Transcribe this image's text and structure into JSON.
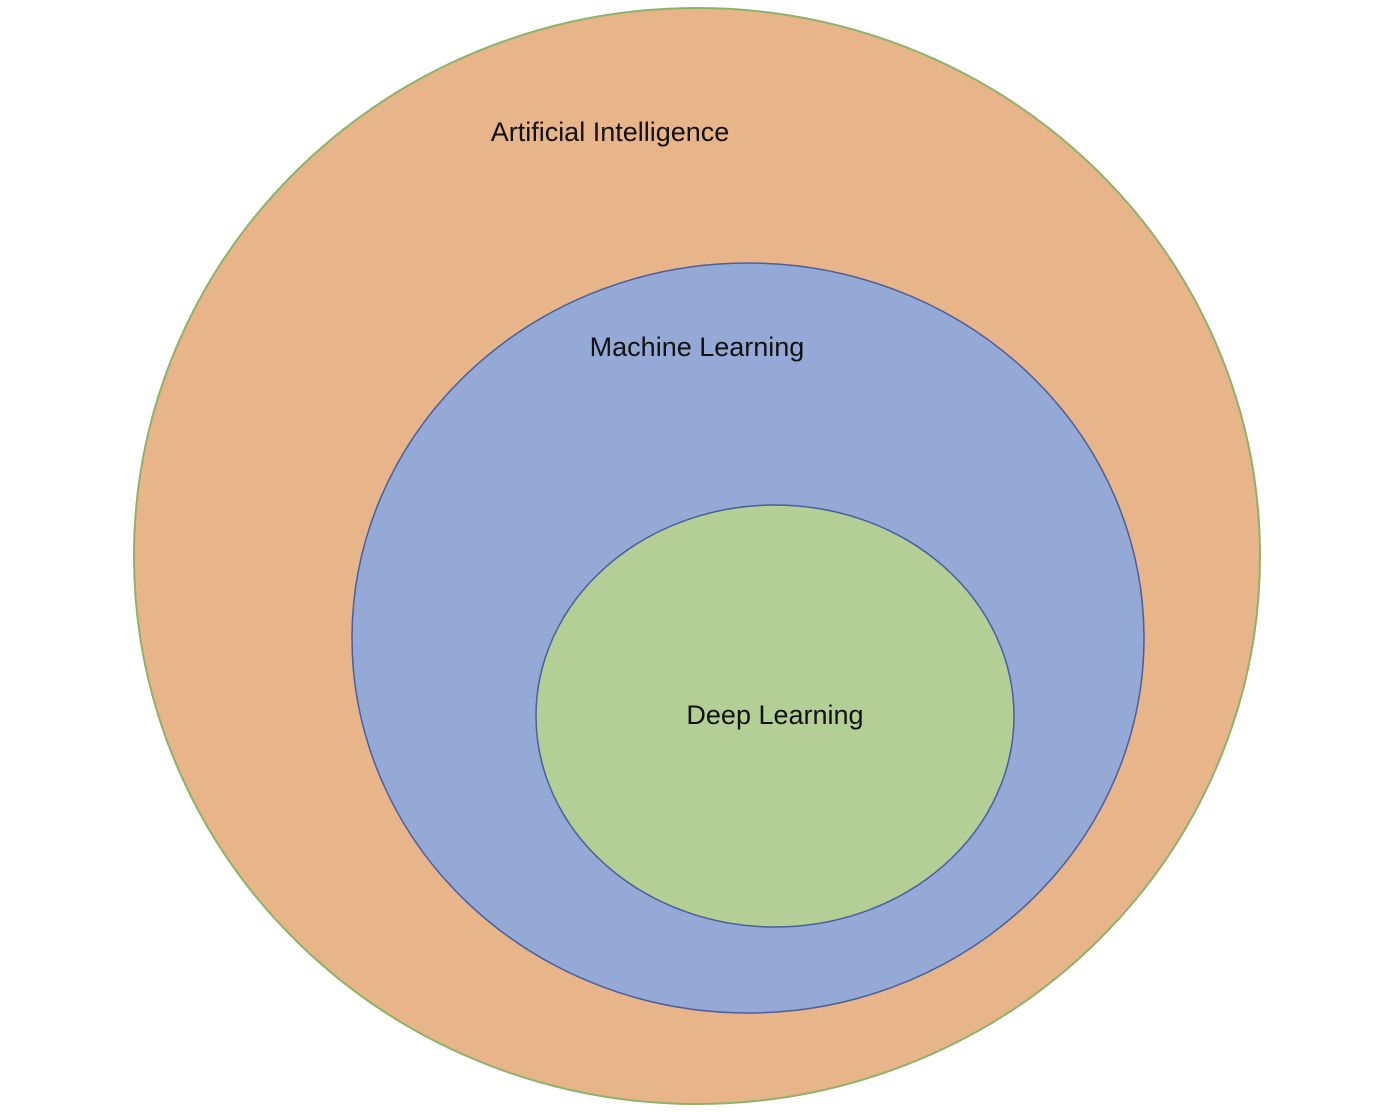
{
  "diagram": {
    "type": "nested-sets",
    "sets": [
      {
        "label": "Artificial Intelligence",
        "fill": "#E8B489",
        "stroke": "#8DB36A"
      },
      {
        "label": "Machine Learning",
        "fill": "#95A9D7",
        "stroke": "#4A5F9C"
      },
      {
        "label": "Deep Learning",
        "fill": "#B3CF95",
        "stroke": "#4A5F9C"
      }
    ]
  }
}
